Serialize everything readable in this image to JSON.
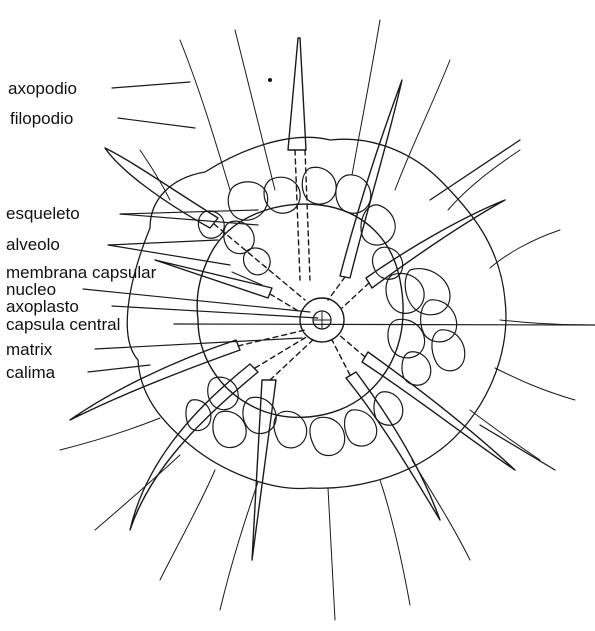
{
  "diagram": {
    "labels": {
      "axopodio": "axopodio",
      "filopodio": "filopodio",
      "esqueleto": "esqueleto",
      "alveolo": "alveolo",
      "membrana_capsular": "membrana capsular",
      "nucleo": "nucleo",
      "axoplasto": "axoplasto",
      "capsula_central": "capsula central",
      "matrix": "matrix",
      "calima": "calima"
    }
  }
}
